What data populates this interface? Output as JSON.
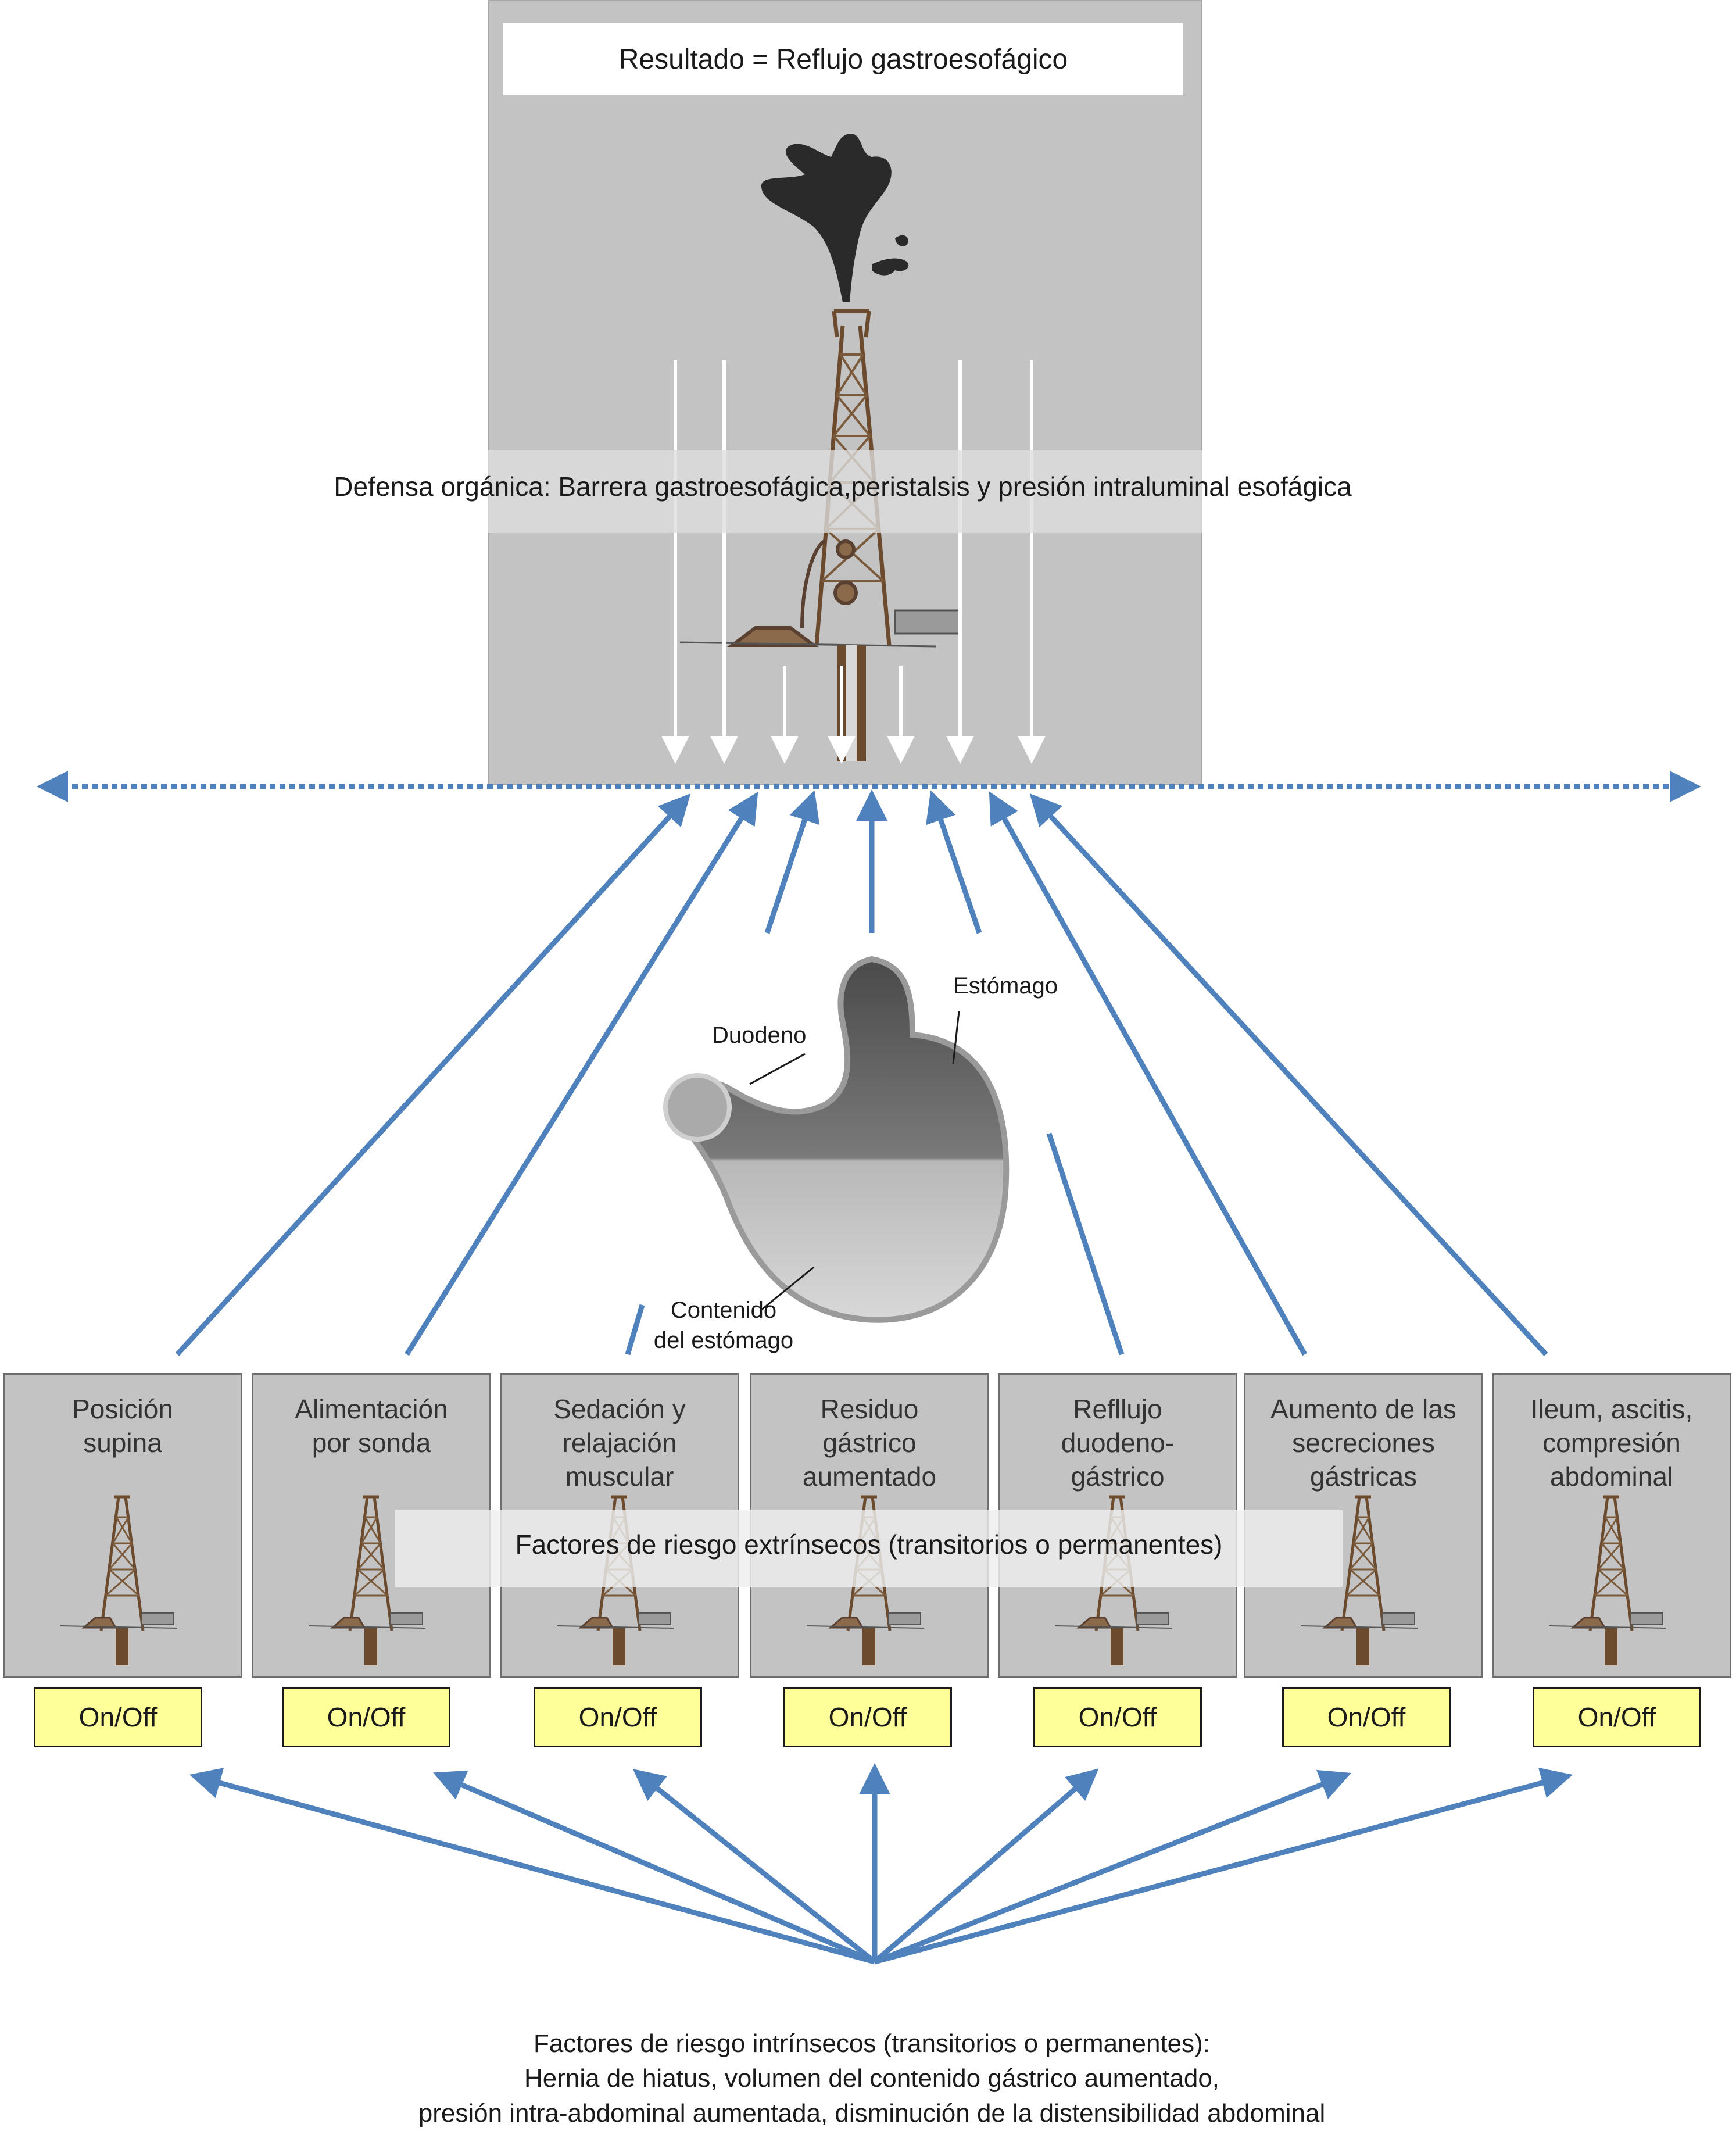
{
  "result": {
    "label": "Resultado = Reflujo gastroesofágico"
  },
  "defense": {
    "label": "Defensa orgánica: Barrera gastroesofágica,peristalsis y presión intraluminal esofágica"
  },
  "stomach": {
    "estomago": "Estómago",
    "duodeno": "Duodeno",
    "contenido": "Contenido\ndel estómago"
  },
  "extrinsic": {
    "label": "Factores de riesgo extrínsecos (transitorios o permanentes)"
  },
  "factors": [
    {
      "title": "Posición\nsupina",
      "toggle": "On/Off"
    },
    {
      "title": "Alimentación\npor sonda",
      "toggle": "On/Off"
    },
    {
      "title": "Sedación y\nrelajación\nmuscular",
      "toggle": "On/Off"
    },
    {
      "title": "Residuo\ngástrico\naumentado",
      "toggle": "On/Off"
    },
    {
      "title": "Refllujo\nduodeno-\ngástrico",
      "toggle": "On/Off"
    },
    {
      "title": "Aumento de las\nsecreciones\ngástricas",
      "toggle": "On/Off"
    },
    {
      "title": "Ileum, ascitis,\ncompresión\nabdominal",
      "toggle": "On/Off"
    }
  ],
  "intrinsic": {
    "line1": "Factores de riesgo intrínsecos (transitorios o permanentes):",
    "line2": "Hernia de hiatus, volumen del contenido gástrico aumentado,",
    "line3": "presión intra-abdominal aumentada, disminución de la distensibilidad abdominal"
  },
  "colors": {
    "arrow": "#4f81bd",
    "panel": "#c3c3c3",
    "toggle": "#ffff99"
  }
}
